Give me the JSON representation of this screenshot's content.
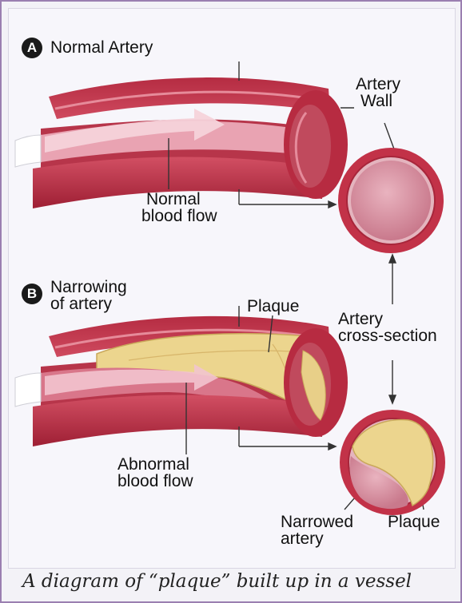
{
  "panel_a": {
    "badge": "A",
    "title": "Normal Artery",
    "artery_wall_label": [
      "Artery",
      "Wall"
    ],
    "flow_label": [
      "Normal",
      "blood flow"
    ]
  },
  "panel_b": {
    "badge": "B",
    "title": [
      "Narrowing",
      "of artery"
    ],
    "plaque_label": "Plaque",
    "flow_label": [
      "Abnormal",
      "blood flow"
    ],
    "narrowed_label": [
      "Narrowed",
      "artery"
    ],
    "plaque_label_cross": "Plaque"
  },
  "cross_section_label": [
    "Artery",
    "cross-section"
  ],
  "caption": "A diagram of “plaque” built up in a vessel",
  "colors": {
    "frame": "#9b7fb1",
    "vessel_outer": "#c8394f",
    "vessel_dark": "#a8263b",
    "lumen": "#e7a2b1",
    "plaque": "#ecd58e",
    "inner_pink": "#d98a9b"
  }
}
